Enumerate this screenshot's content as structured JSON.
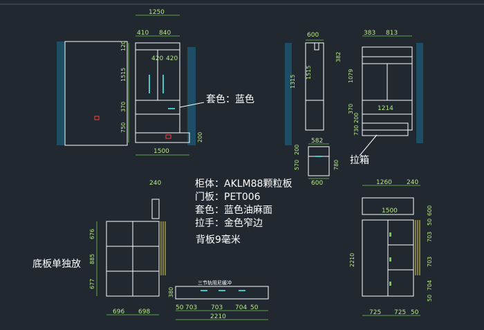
{
  "notes": {
    "color_label": "套色：蓝色",
    "pull_box": "拉箱",
    "cabinet": "柜体：AKLM88颗粒板",
    "door": "门板：PET006",
    "color_finish": "套色：蓝色油麻面",
    "handle": "拉手：金色窄边",
    "back_panel": "背板9毫米",
    "bottom_panel": "底板单独放",
    "rail": "三节轨阻尼缓冲"
  },
  "dims": {
    "v1": {
      "top": "1250",
      "l": "410",
      "r": "840",
      "d1": "420",
      "d2": "420",
      "bottom": "1500",
      "h1": "120",
      "h2": "1515",
      "h3": "370",
      "h4": "750",
      "h5": "200"
    },
    "v2": {
      "top": "600",
      "h1": "1315",
      "h2": "1515",
      "d": "382"
    },
    "v3": {
      "t1": "383",
      "t2": "813",
      "mid": "1214",
      "h1": "1079",
      "h2": "370",
      "h3": "200",
      "h4": "730"
    },
    "v4": {
      "top": "582",
      "h1": "570",
      "h2": "200",
      "h3": "780",
      "bottom": "600"
    },
    "v5": {
      "top": "240",
      "h1": "676",
      "h2": "885",
      "h3": "677",
      "b1": "696",
      "b2": "698"
    },
    "v6": {
      "s1": "50",
      "s2": "703",
      "s3": "703",
      "s4": "704",
      "s5": "50",
      "total": "2210",
      "h": "380"
    },
    "v7": {
      "t1": "1260",
      "t2": "240",
      "mid": "1500",
      "h": "2210",
      "r1": "600",
      "r2": "50",
      "r3": "703",
      "r4": "703",
      "r5": "704",
      "r6": "50",
      "b1": "725",
      "b2": "725",
      "b3": "50"
    }
  },
  "colors": {
    "background": "#212830",
    "dimension": "#b8e986",
    "outline": "#ffffff",
    "handle": "#46c6c6",
    "wall": "#1e4e66",
    "marker": "#ff3b3b"
  }
}
